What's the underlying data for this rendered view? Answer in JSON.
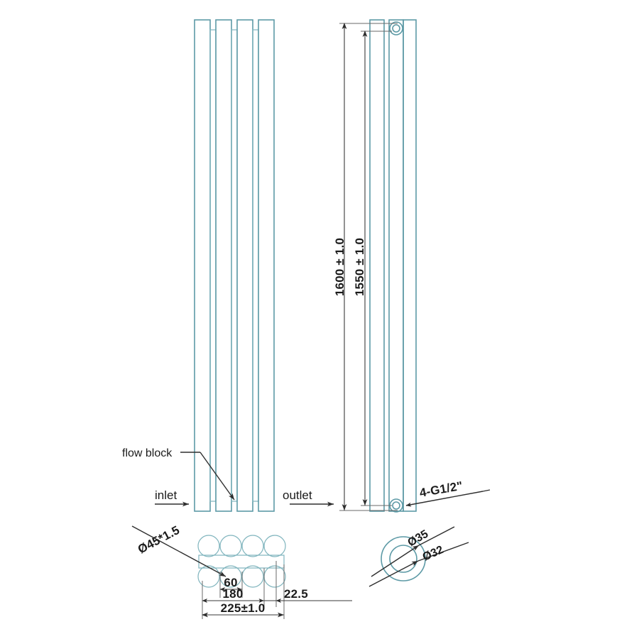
{
  "drawing": {
    "title": "Vertical Column Radiator Technical Drawing",
    "line_color": "#5d9aa6",
    "dim_color": "#1b1b1b",
    "background": "#ffffff"
  },
  "front_view": {
    "name": "front-elevation",
    "tube_count": 4,
    "annotations": {
      "flow_block": "flow block",
      "inlet": "inlet",
      "outlet": "outlet"
    }
  },
  "side_view": {
    "name": "side-elevation",
    "dimensions": {
      "overall_height": "1600 ± 1.0",
      "port_center_height": "1550 ± 1.0",
      "port_thread": "4-G1/2\""
    }
  },
  "section_view": {
    "name": "bottom-section",
    "dimensions": {
      "tube_spec": "Ø45*1.5",
      "pitch": "60",
      "inner_span": "180",
      "edge_offset": "22.5",
      "overall_width": "225±1.0"
    },
    "circle_rows": 2,
    "circles_per_row": 4
  },
  "port_detail": {
    "name": "port-detail",
    "dimensions": {
      "outer_diameter": "Ø35",
      "inner_diameter": "Ø32"
    }
  }
}
